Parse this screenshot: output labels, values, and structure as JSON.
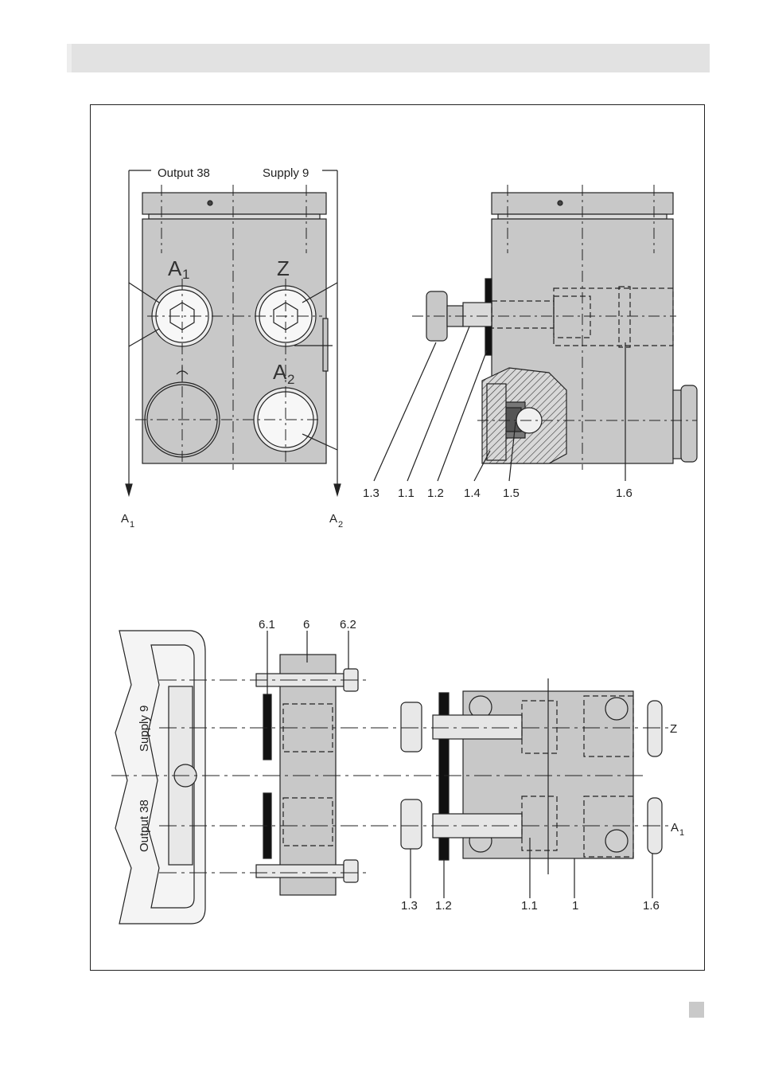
{
  "colors": {
    "part_fill": "#c8c8c8",
    "line": "#222222",
    "seal": "#111111",
    "header_bar": "#e2e2e2"
  },
  "top_left_view": {
    "output_label": "Output 38",
    "supply_label": "Supply 9",
    "port_a1": "A",
    "port_a1_sub": "1",
    "port_z": "Z",
    "port_a2": "A",
    "port_a2_sub": "2",
    "arrow_a1": "A",
    "arrow_a1_sub": "1",
    "arrow_a2": "A",
    "arrow_a2_sub": "2"
  },
  "top_right_view": {
    "callouts": [
      "1.3",
      "1.1",
      "1.2",
      "1.4",
      "1.5",
      "1.6"
    ]
  },
  "bottom_view": {
    "top_callouts": [
      "6.1",
      "6",
      "6.2"
    ],
    "bottom_callouts": [
      "1.3",
      "1.2",
      "1.1",
      "1",
      "1.6"
    ],
    "port_z": "Z",
    "port_a1": "A",
    "port_a1_sub": "1",
    "rotated_supply": "Supply 9",
    "rotated_output": "Output 38"
  }
}
